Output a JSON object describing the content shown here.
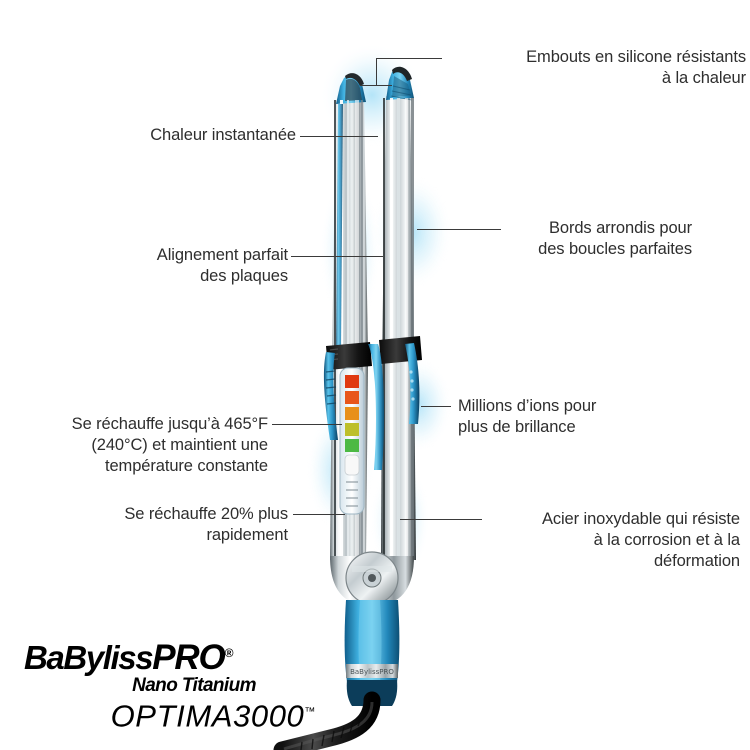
{
  "brand": {
    "name": "BaBylissPRO",
    "name_main": "BaByliss",
    "name_pro": "PRO",
    "registered_mark": "®",
    "sub_line": "Nano Titanium",
    "model": "OPTIMA3000",
    "trademark_mark": "™"
  },
  "product": {
    "type": "hair-straightener-flat-iron",
    "colors": {
      "accent_blue": "#2b9fd4",
      "deep_blue": "#1b6f9c",
      "steel_light": "#f2f4f5",
      "steel_mid": "#9aa3a8",
      "steel_dark": "#3d4548",
      "black": "#1a1a1a",
      "glow": "#bfe4f5"
    },
    "indicator_lights": [
      "#e03a12",
      "#e8561a",
      "#e8901a",
      "#bdbf2a",
      "#4cb944",
      "#f4f4f4"
    ]
  },
  "line_color": "#3a3a3a",
  "text_color": "#2e2e2e",
  "callouts": [
    {
      "id": "silicone-tips",
      "text": "Embouts en silicone résistants\nà la chaleur",
      "align": "right",
      "side": "right"
    },
    {
      "id": "instant-heat",
      "text": "Chaleur instantanée",
      "align": "right",
      "side": "left"
    },
    {
      "id": "rounded-edges",
      "text": "Bords arrondis pour\ndes boucles parfaites",
      "align": "right",
      "side": "right"
    },
    {
      "id": "plate-alignment",
      "text": "Alignement parfait\ndes plaques",
      "align": "right",
      "side": "left"
    },
    {
      "id": "temperature",
      "text": "Se réchauffe jusqu’à 465°F\n(240°C) et maintient une\ntempérature constante",
      "align": "right",
      "side": "left"
    },
    {
      "id": "ions",
      "text": "Millions d’ions pour\nplus de brillance",
      "align": "left",
      "side": "right"
    },
    {
      "id": "faster-heat",
      "text": "Se réchauffe 20% plus\nrapidement",
      "align": "right",
      "side": "left"
    },
    {
      "id": "stainless-steel",
      "text": "Acier inoxydable qui résiste\nà la corrosion et à la\ndéformation",
      "align": "right",
      "side": "right"
    }
  ]
}
